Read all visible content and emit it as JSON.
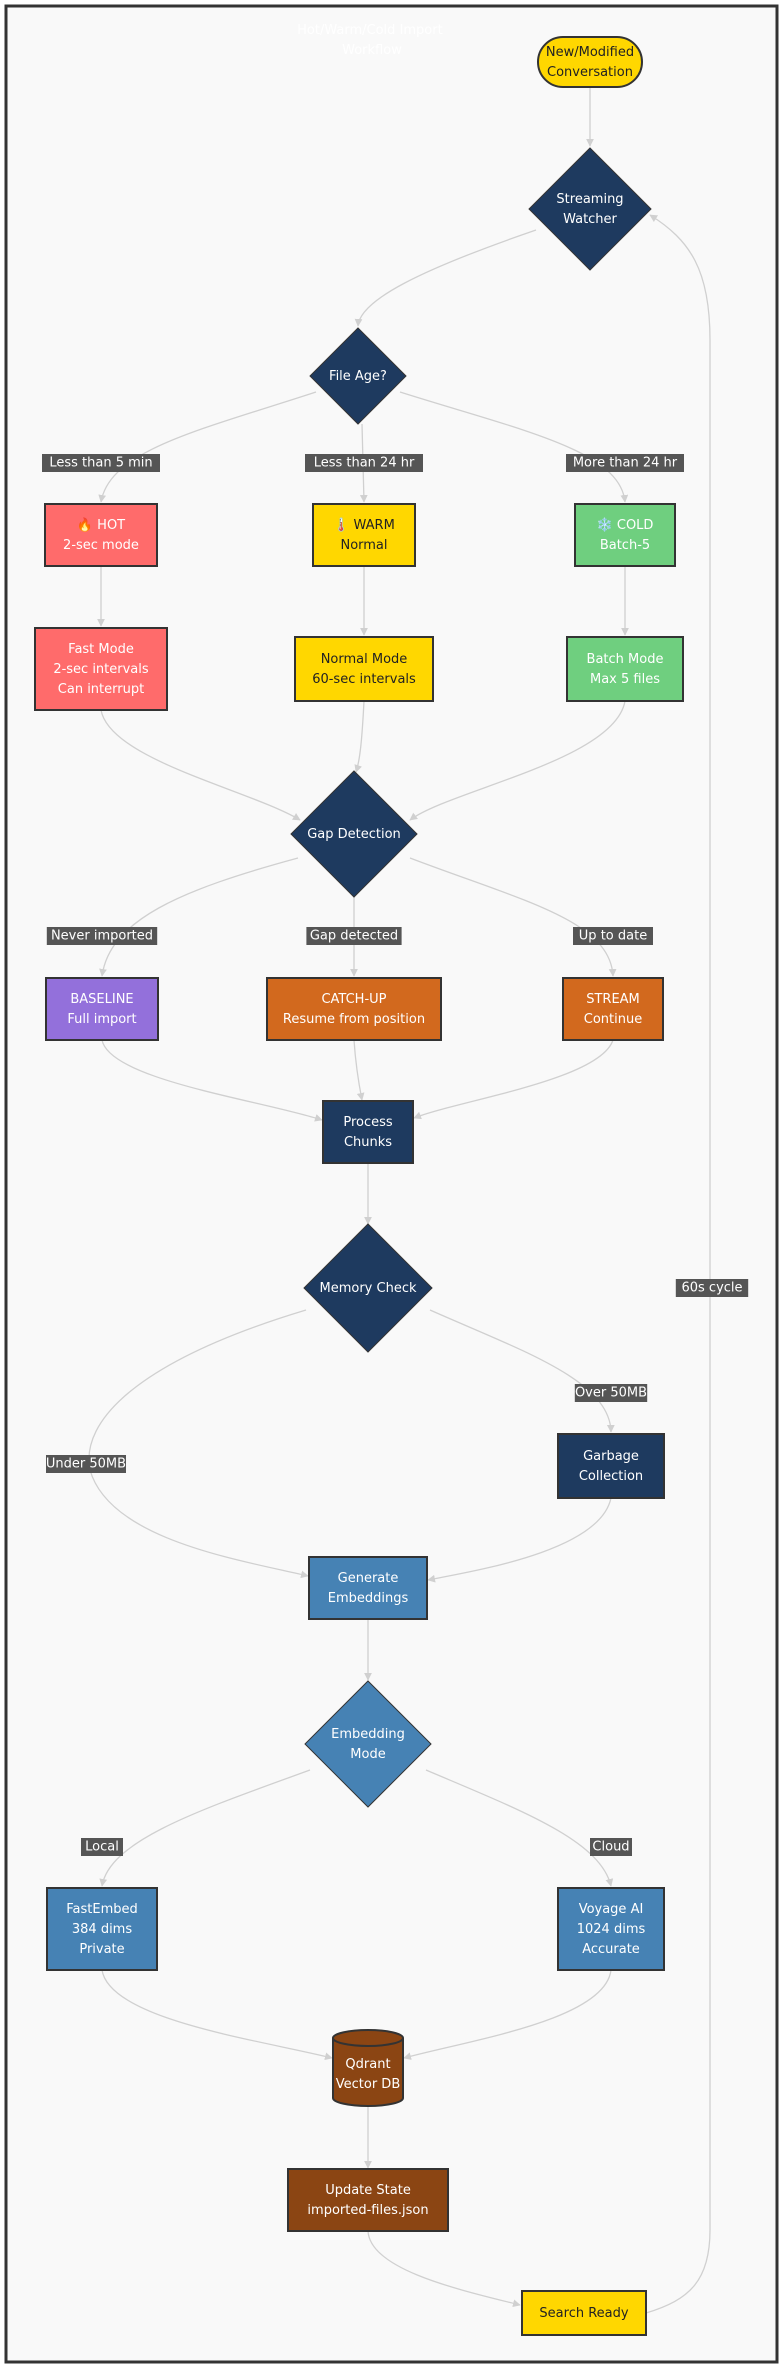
{
  "title": [
    "Hot/Warm/Cold Import",
    "Workflow"
  ],
  "colors": {
    "background": "#f9f9f9",
    "frame": "#333333",
    "navy": "#1e3a5f",
    "yellow": "#ffd700",
    "hot": "#ff6b6b",
    "cold": "#6fcf7f",
    "baseline": "#9370db",
    "orange": "#d2691e",
    "steel_blue": "#4682b4",
    "brown": "#8b4513",
    "edge": "#d0d0d0",
    "edge_label_bg": "#555555"
  },
  "nodes": {
    "start": {
      "lines": [
        "New/Modified",
        "Conversation"
      ]
    },
    "watcher": {
      "lines": [
        "Streaming",
        "Watcher"
      ]
    },
    "file_age": {
      "lines": [
        "File Age?"
      ]
    },
    "hot": {
      "lines": [
        "🔥 HOT",
        "2-sec mode"
      ]
    },
    "warm": {
      "lines": [
        "🌡️ WARM",
        "Normal"
      ]
    },
    "cold": {
      "lines": [
        "❄️ COLD",
        "Batch-5"
      ]
    },
    "fast_mode": {
      "lines": [
        "Fast Mode",
        "2-sec intervals",
        "Can interrupt"
      ]
    },
    "normal_mode": {
      "lines": [
        "Normal Mode",
        "60-sec intervals"
      ]
    },
    "batch_mode": {
      "lines": [
        "Batch Mode",
        "Max 5 files"
      ]
    },
    "gap_detection": {
      "lines": [
        "Gap Detection"
      ]
    },
    "baseline": {
      "lines": [
        "BASELINE",
        "Full import"
      ]
    },
    "catch_up": {
      "lines": [
        "CATCH-UP",
        "Resume from position"
      ]
    },
    "stream": {
      "lines": [
        "STREAM",
        "Continue"
      ]
    },
    "process_chunks": {
      "lines": [
        "Process",
        "Chunks"
      ]
    },
    "memory_check": {
      "lines": [
        "Memory Check"
      ]
    },
    "garbage_collection": {
      "lines": [
        "Garbage",
        "Collection"
      ]
    },
    "generate_embeddings": {
      "lines": [
        "Generate",
        "Embeddings"
      ]
    },
    "embedding_mode": {
      "lines": [
        "Embedding",
        "Mode"
      ]
    },
    "fastembed": {
      "lines": [
        "FastEmbed",
        "384 dims",
        "Private"
      ]
    },
    "voyage": {
      "lines": [
        "Voyage AI",
        "1024 dims",
        "Accurate"
      ]
    },
    "qdrant": {
      "lines": [
        "Qdrant",
        "Vector DB"
      ]
    },
    "update_state": {
      "lines": [
        "Update State",
        "imported-files.json"
      ]
    },
    "search_ready": {
      "lines": [
        "Search Ready"
      ]
    }
  },
  "edge_labels": {
    "less_5min": "Less than 5 min",
    "less_24hr": "Less than 24 hr",
    "more_24hr": "More than 24 hr",
    "never_imported": "Never imported",
    "gap_detected": "Gap detected",
    "up_to_date": "Up to date",
    "over_50mb": "Over 50MB",
    "under_50mb": "Under 50MB",
    "local": "Local",
    "cloud": "Cloud",
    "cycle": "60s cycle"
  }
}
